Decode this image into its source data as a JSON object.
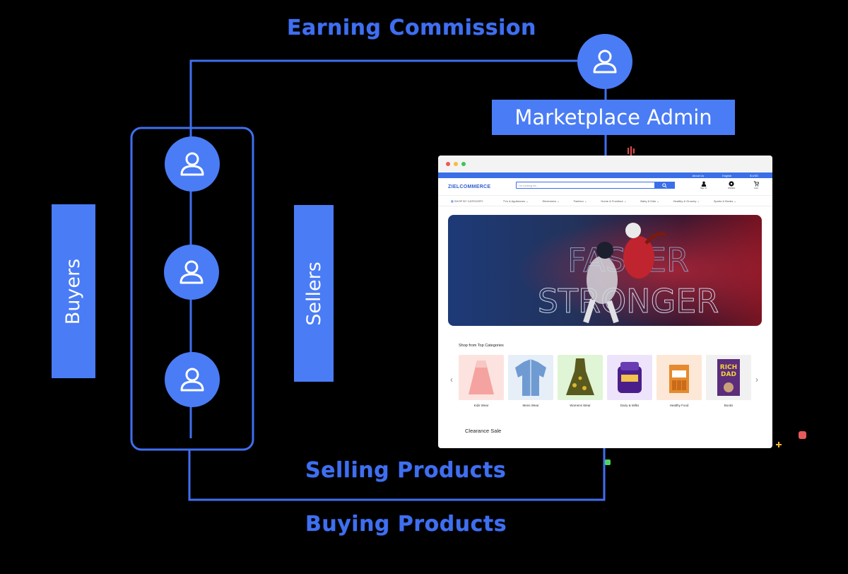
{
  "diagram": {
    "labels": {
      "earning": "Earning Commission",
      "selling": "Selling Products",
      "buying": "Buying Products",
      "buyers": "Buyers",
      "sellers": "Sellers",
      "admin": "Marketplace Admin"
    },
    "colors": {
      "accent": "#4a7cf6",
      "line": "#3f6ff0",
      "background": "#000000"
    },
    "node_icon": "user-icon"
  },
  "browser": {
    "top_links": [
      "About Us",
      "English",
      "$ USD"
    ],
    "logo": "ZIELCOMMERCE",
    "search_placeholder": "I'm looking for...",
    "header_icons": [
      "Sign In",
      "Wishlist",
      "Cart"
    ],
    "shop_by_category": "SHOP BY CATEGORY",
    "categories": [
      "TVs & Appliances",
      "Electronics",
      "Fashion",
      "Home & Furniture",
      "Baby & Kids",
      "Healthy & Grocery",
      "Sports & Books"
    ],
    "banner": {
      "line1": "FASTER",
      "line2": "STRONGER"
    },
    "section_title": "Shop from Top Categories",
    "products": [
      {
        "label": "Kids Wear",
        "color": "#fde3df"
      },
      {
        "label": "Mens Wear",
        "color": "#e6eef8"
      },
      {
        "label": "Womens Wear",
        "color": "#dff5d5"
      },
      {
        "label": "Dairy & Milks",
        "color": "#ede4fb"
      },
      {
        "label": "Healthy Food",
        "color": "#fde7d6"
      },
      {
        "label": "Books",
        "color": "#f1f1f1"
      }
    ],
    "clearance": "Clearance Sale"
  }
}
